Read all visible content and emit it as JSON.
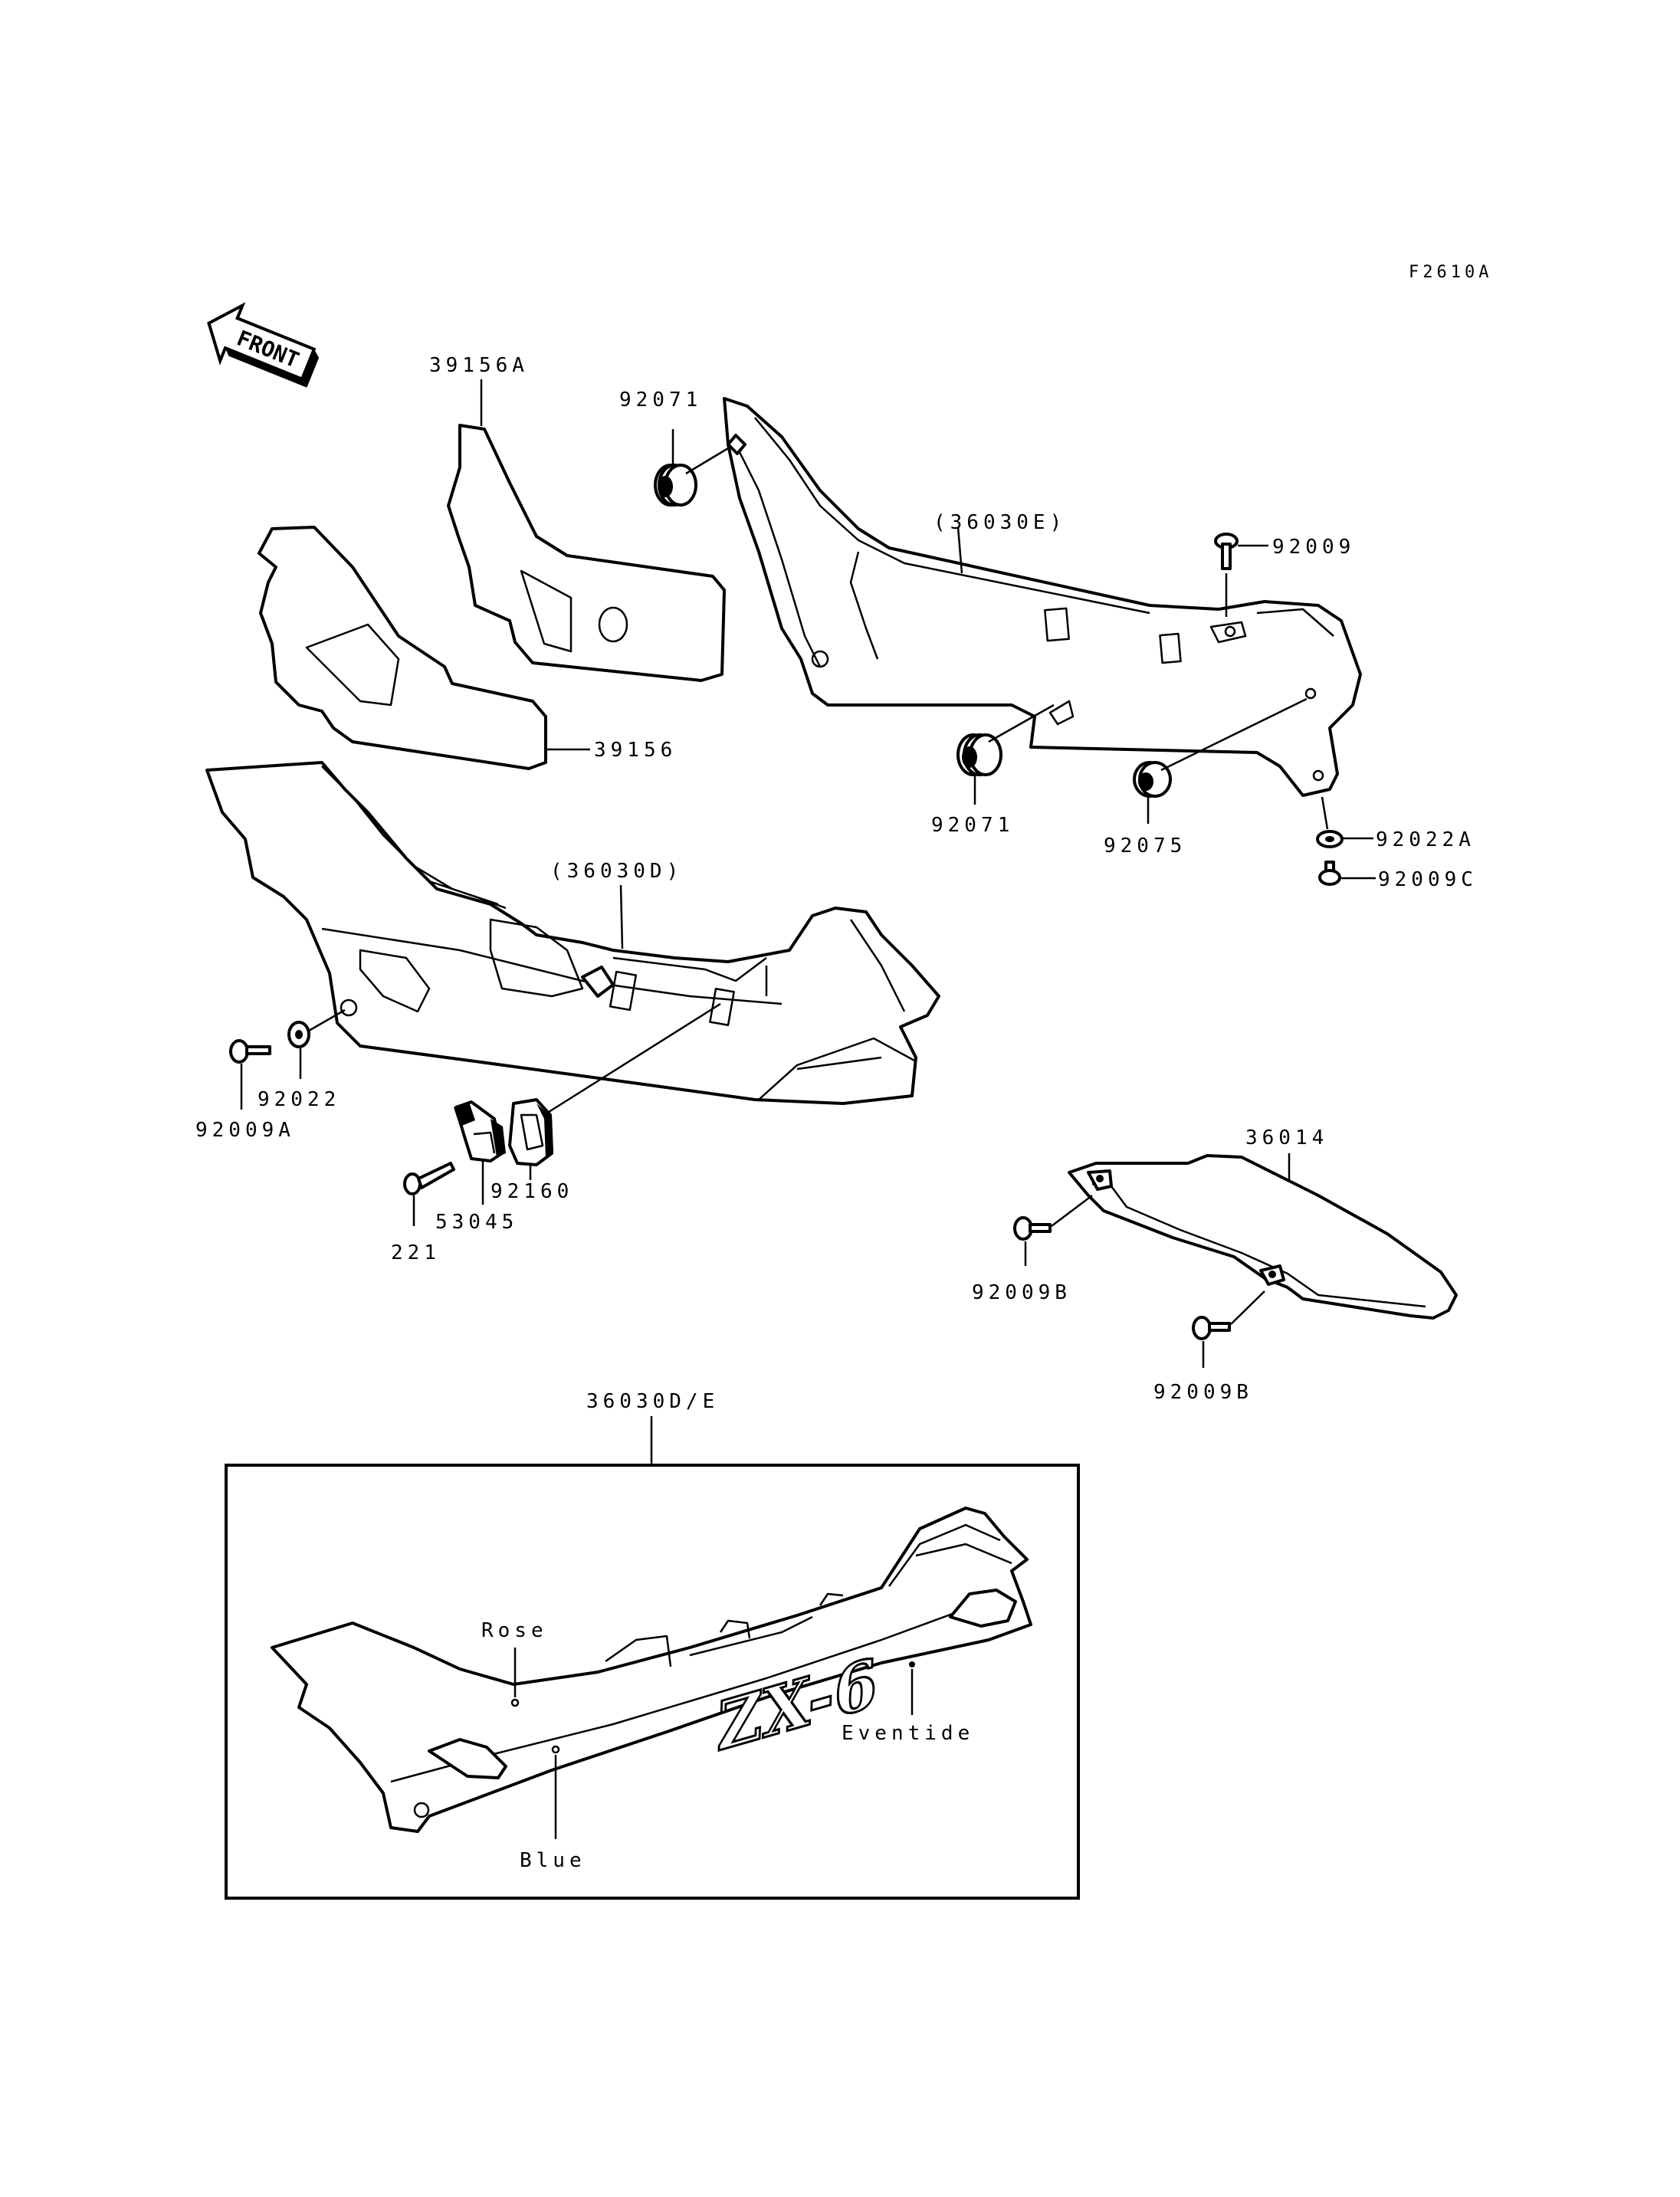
{
  "figure_code": "F2610A",
  "front_label": "FRONT",
  "callouts": {
    "p39156A": "39156A",
    "p92071_top": "92071",
    "p36030E": "(36030E)",
    "p92009": "92009",
    "p39156": "39156",
    "p92071_mid": "92071",
    "p92075": "92075",
    "p92022A": "92022A",
    "p92009C": "92009C",
    "p36030D": "(36030D)",
    "p92022": "92022",
    "p92009A": "92009A",
    "p92160": "92160",
    "p53045": "53045",
    "p221": "221",
    "p36014": "36014",
    "p92009B_a": "92009B",
    "p92009B_b": "92009B",
    "p36030DE": "36030D/E"
  },
  "inset": {
    "color_rose": "Rose",
    "color_eventide": "Eventide",
    "color_blue": "Blue",
    "model_badge": "ZX-6"
  }
}
